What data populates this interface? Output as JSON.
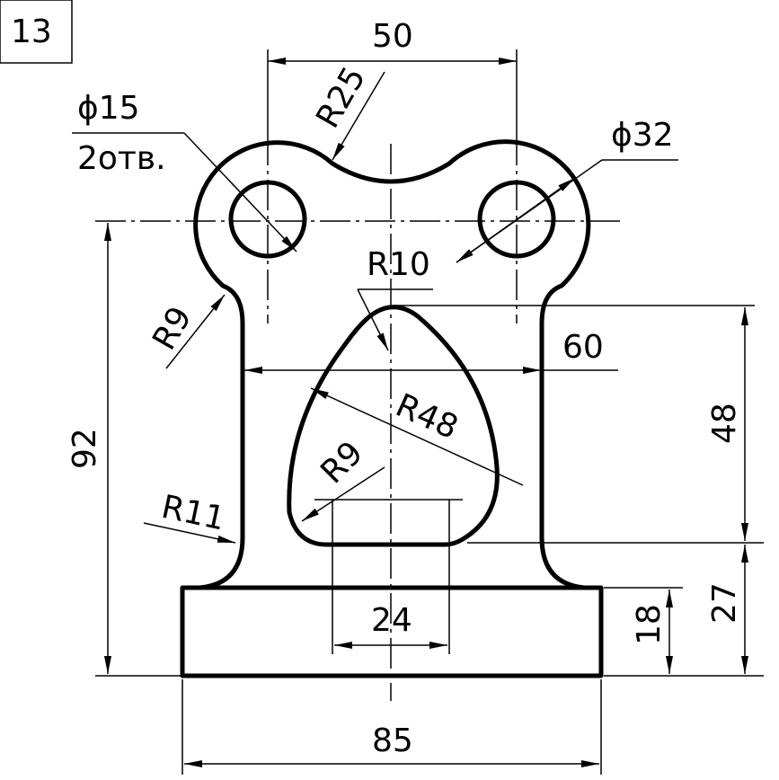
{
  "drawing": {
    "number": "13",
    "dimensions": {
      "width_top": "50",
      "radius_top": "R25",
      "hole_diameter": "ϕ15",
      "hole_count": "2отв.",
      "boss_diameter": "ϕ32",
      "radius_slot_top": "R10",
      "radius_side": "R9",
      "inner_width": "60",
      "radius_large": "R48",
      "radius_slot_bottom": "R9",
      "radius_fillet": "R11",
      "overall_height": "92",
      "slot_height": "48",
      "base_offset": "27",
      "base_height": "18",
      "slot_width": "24",
      "base_width": "85"
    }
  }
}
